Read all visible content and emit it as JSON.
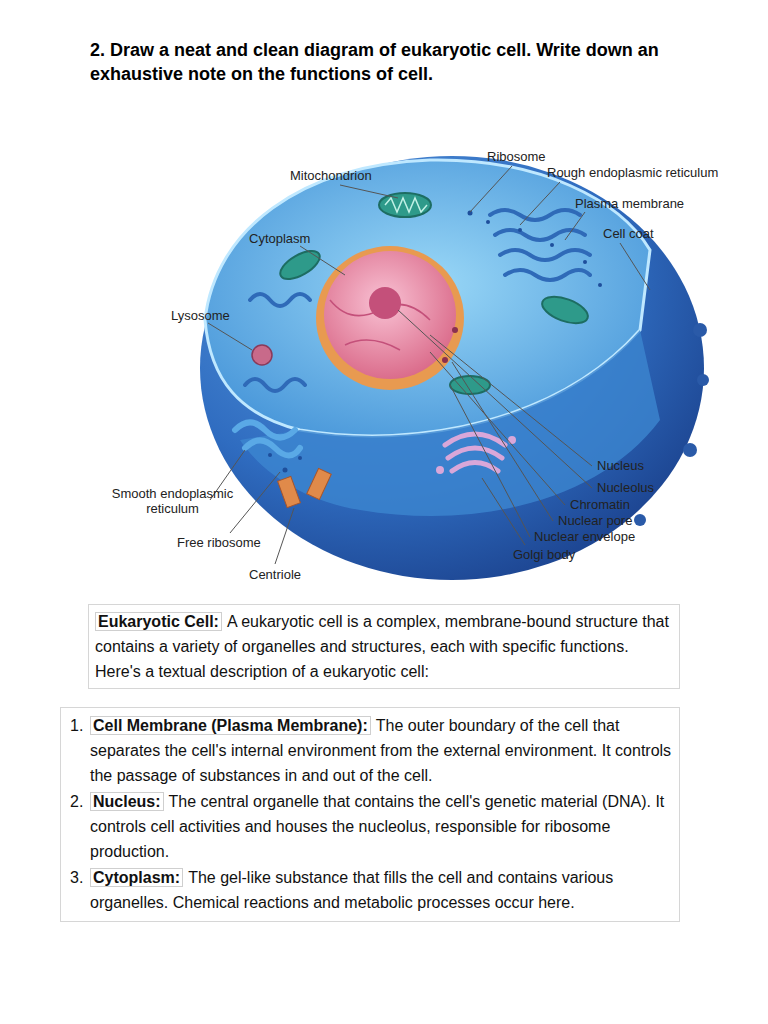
{
  "diagram": {
    "title": "2. Draw a neat and clean diagram of eukaryotic cell. Write down an exhaustive note on the functions of cell.",
    "nodes": [
      {
        "text": [
          "Eukaryotic Cell:",
          "A eukaryotic cell is a complex, membrane-bound structure that contains a variety of organelles and structures, each with specific functions. Here's a textual description of a eukaryotic cell:"
        ]
      },
      {
        "text": [
          "Cell Membrane (Plasma Membrane):",
          "The outer boundary of the cell that separates the cell's internal environment from the external environment. It controls the passage of substances in and out of the cell."
        ]
      },
      {
        "text": [
          "Nucleus:",
          "The central organelle that contains the cell's genetic material (DNA). It controls cell activities and houses the nucleolus, responsible for ribosome production."
        ]
      },
      {
        "text": [
          "Cytoplasm:",
          "The gel-like substance that fills the cell and contains various organelles. Chemical reactions and metabolic processes occur here."
        ]
      }
    ],
    "labels": [
      "Ribosome",
      "Rough endoplasmic reticulum",
      "Mitochondrion",
      "Plasma membrane",
      "Cell coat",
      "Cytoplasm",
      "Lysosome",
      "Nucleus",
      "Nucleolus",
      "Chromatin",
      "Nuclear pore",
      "Nuclear envelope",
      "Golgi body",
      "Smooth endoplasmic reticulum",
      "Free ribosome",
      "Centriole",
      "1.",
      "2.",
      "3."
    ]
  }
}
